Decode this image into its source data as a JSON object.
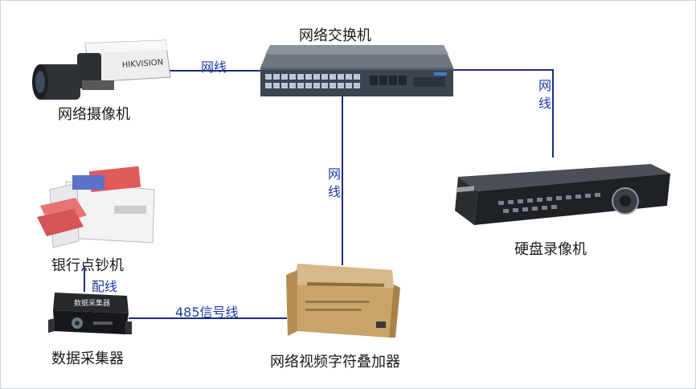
{
  "devices": {
    "switch": "网络交换机",
    "camera": "网络摄像机",
    "dvr": "硬盘录像机",
    "counter": "银行点钞机",
    "collector": "数据采集器",
    "overlay": "网络视频字符叠加器"
  },
  "links": {
    "camera_switch": "网线",
    "switch_dvr": "网线",
    "switch_overlay": "网线",
    "counter_collector": "配线",
    "collector_overlay": "485信号线"
  },
  "device_marks": {
    "camera_brand": "HIKVISION",
    "collector_title": "数据采集器"
  },
  "colors": {
    "wire": "#1b2f7c",
    "wire_label": "#1f3aa8",
    "text": "#1a1a1a"
  }
}
